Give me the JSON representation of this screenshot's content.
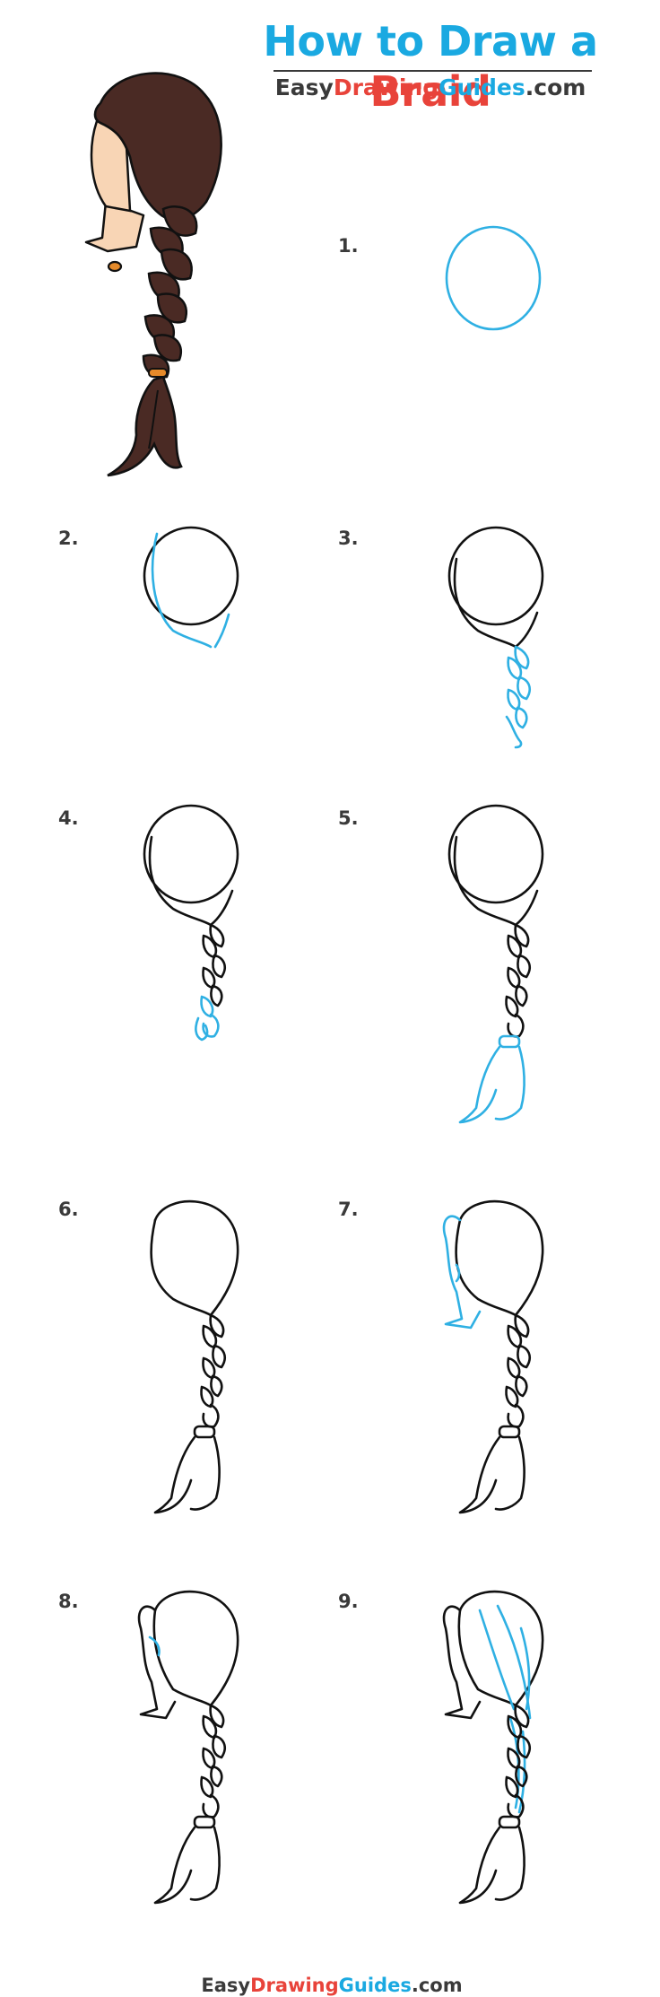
{
  "title": {
    "part1": "How to Draw a ",
    "part2": "Braid"
  },
  "brand": {
    "easy": "Easy",
    "drawing": "Drawing",
    "guides": "Guides",
    "com": ".com"
  },
  "steps": [
    "1.",
    "2.",
    "3.",
    "4.",
    "5.",
    "6.",
    "7.",
    "8.",
    "9."
  ],
  "colors": {
    "blue": "#1aa9e1",
    "red": "#e8433a",
    "hair": "#4a2a24",
    "skin": "#f8d5b5",
    "band": "#e58a2a",
    "guide_line": "#2fb0e3"
  }
}
